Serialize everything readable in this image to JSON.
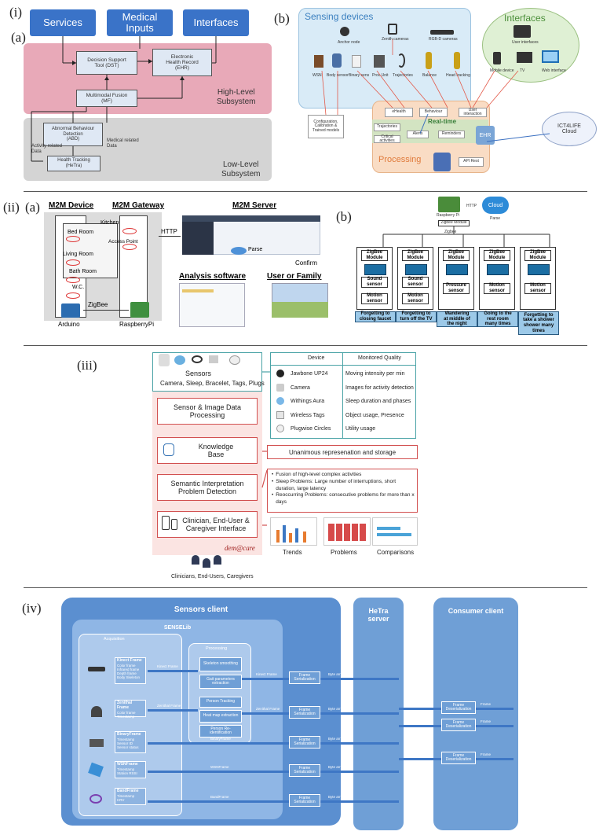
{
  "panel_labels": {
    "i": "(i)",
    "i_a": "(a)",
    "i_b": "(b)",
    "ii": "(ii)",
    "ii_a": "(a)",
    "ii_b": "(b)",
    "iii": "(iii)",
    "iv": "(iv)"
  },
  "p1a": {
    "top_buttons": [
      "Services",
      "Medical\nInputs",
      "Interfaces"
    ],
    "dst": "Decision Support\nTool (DST)",
    "ehr": "Electronic\nHealth Record\n(EHR)",
    "mf": "Multimodal Fusion\n(MF)",
    "high_level": "High-Level\nSubsystem",
    "abd": "Abnormal Behaviour\nDetection\n(ABD)",
    "medical_related": "Medical related\nData",
    "activity_related": "Activity related\nData",
    "hetra": "Health Tracking\n(HeTra)",
    "low_level": "Low-Level\nSubsystem"
  },
  "p1b": {
    "sensing_devices": "Sensing devices",
    "interfaces": "Interfaces",
    "processing": "Processing",
    "real_time": "Real-time",
    "ehr": "EHR",
    "cloud": "ICT4LIFE\nCloud",
    "anchor": "Anchor node",
    "zenith": "Zenith cameras",
    "rgbd": "RGB-D cameras",
    "user_interfaces": "User interfaces",
    "sensors": [
      "WSN",
      "Body sensor",
      "Binary sens",
      "Proc Unit",
      "Trajectories",
      "Balance",
      "Head tracking"
    ],
    "devices": [
      "Mobile device",
      "TV",
      "Web interface"
    ],
    "proc_boxes": [
      "eHealth",
      "Behaviour",
      "User interaction",
      "Trajectories",
      "Alerts",
      "Reminders",
      "Critical activities",
      "Configuration, Calibration & Trained models",
      "API Rest"
    ]
  },
  "p2a": {
    "m2m_device": "M2M Device",
    "m2m_gateway": "M2M Gateway",
    "m2m_server": "M2M Server",
    "rooms": [
      "Kitchen",
      "Bed Room",
      "Living Room",
      "Bath Room",
      "W.C."
    ],
    "access_point": "Access Point",
    "http": "HTTP",
    "parse": "Parse",
    "confirm": "Confirm",
    "analysis": "Analysis software",
    "user_family": "User or Family",
    "zigbee": "ZigBee",
    "arduino": "Arduino",
    "rpi": "RaspberryPi"
  },
  "p2b": {
    "rpi": "Raspberry Pi",
    "http": "HTTP",
    "cloud": "Cloud",
    "parse": "Parse",
    "zigbee_module": "Zigbee Module",
    "zigbee": "Zigbee",
    "columns": [
      {
        "module": "ZigBee\nModule",
        "sensors": [
          "Sound\nsensor",
          "Motion\nsensor"
        ],
        "label": "Forgetting to\nclosing faucet"
      },
      {
        "module": "ZigBee\nModule",
        "sensors": [
          "Sound\nsensor",
          "Motion\nsensor"
        ],
        "label": "Forgetting to\nturn off the TV"
      },
      {
        "module": "ZigBee\nModule",
        "sensors": [
          "Pressure\nsensor"
        ],
        "label": "Wandering\nat middle of\nthe night"
      },
      {
        "module": "ZigBee\nModule",
        "sensors": [
          "Motion\nsensor"
        ],
        "label": "Going to the\nrest room\nmany times"
      },
      {
        "module": "ZigBee\nModule",
        "sensors": [
          "Motion\nsensor"
        ],
        "label": "Forgetting to\ntake a shower\nshower many\ntimes"
      }
    ]
  },
  "p3": {
    "sensors_title": "Sensors",
    "sensors_sub": "Camera, Sleep, Bracelet, Tags, Plugs",
    "processing": "Sensor & Image Data\nProcessing",
    "kb": "Knowledge\nBase",
    "semantic": "Semantic Interpretation\nProblem Detection",
    "interface": "Clinician, End-User &\nCaregiver Interface",
    "users": "Clinicians, End-Users, Caregivers",
    "brand": "dem@care",
    "table_headers": [
      "Device",
      "Monitored Quality"
    ],
    "table_rows": [
      [
        "Jawbone UP24",
        "Moving intensity per min"
      ],
      [
        "Camera",
        "Images for activity detection"
      ],
      [
        "Withings Aura",
        "Sleep duration and phases"
      ],
      [
        "Wireless Tags",
        "Object usage, Presence"
      ],
      [
        "Plugwise Circles",
        "Utility usage"
      ]
    ],
    "kb_desc": "Unanimous represenation and storage",
    "bullets": [
      "Fusion of high-level complex activities",
      "Sleep Problems: Large number of interruptions, short duration, large latency",
      "Reoccurring Problems: consecutive problems for more than x days"
    ],
    "outputs": [
      "Trends",
      "Problems",
      "Comparisons"
    ]
  },
  "p4": {
    "sensors_client": "Sensors client",
    "senselib": "SENSELib",
    "hetra_server": "HeTra\nserver",
    "consumer_client": "Consumer client",
    "acquisition": "Acquisition",
    "processing": "Processing",
    "frames": [
      "Kinect Frame",
      "Zenithal Frame",
      "BinaryFrame",
      "WSNFrame",
      "BandFrame"
    ],
    "frame_fields": [
      "Color frame\nInfrared frame\nDepth frame\nBody Skeleton",
      "Color frame\nTimestamp",
      "Timestamp\nSensor ID\nSensor status",
      "Timestamp\nStation RSSI",
      "Timestamp\nHRV"
    ],
    "proc_groups": [
      [
        "Skeleton smoothing",
        "Gait parameters extraction"
      ],
      [
        "Person Tracking",
        "Heat map extraction",
        "Person Re-identification"
      ]
    ],
    "serialization": "Frame\nSerialization",
    "deserialization": "Frame\nDeserialization",
    "byte_array": "Byte array",
    "frame": "Frame",
    "dots": "..."
  }
}
